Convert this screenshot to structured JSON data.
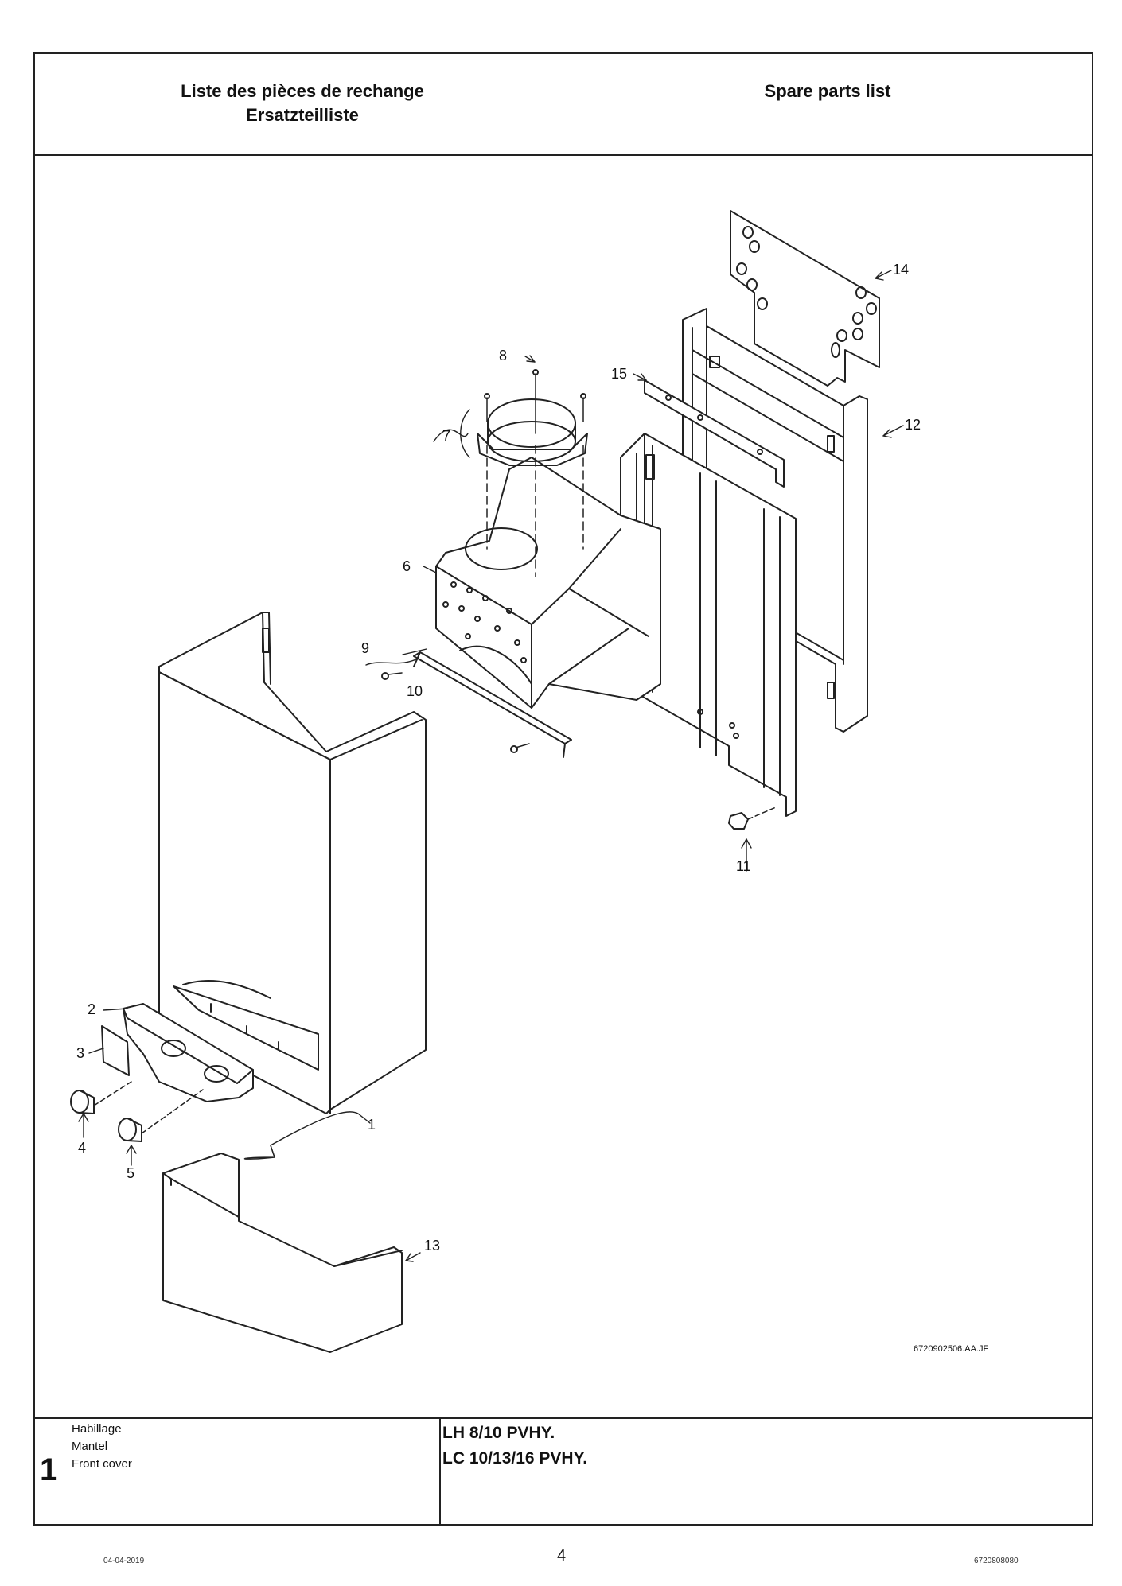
{
  "header": {
    "left_line1": "Liste des pièces de rechange",
    "left_line2": "Ersatzteilliste",
    "right": "Spare parts list"
  },
  "callouts": [
    "1",
    "2",
    "3",
    "4",
    "5",
    "6",
    "7",
    "8",
    "9",
    "10",
    "11",
    "12",
    "13",
    "14",
    "15"
  ],
  "figure_ref": "6720902506.AA.JF",
  "footer": {
    "section_number": "1",
    "desc": [
      "Habillage",
      "Mantel",
      "Front cover"
    ],
    "models": [
      "LH 8/10 PVHY.",
      "LC 10/13/16 PVHY."
    ]
  },
  "page": {
    "number": "4",
    "date": "04-04-2019",
    "doc_code": "6720808080"
  }
}
